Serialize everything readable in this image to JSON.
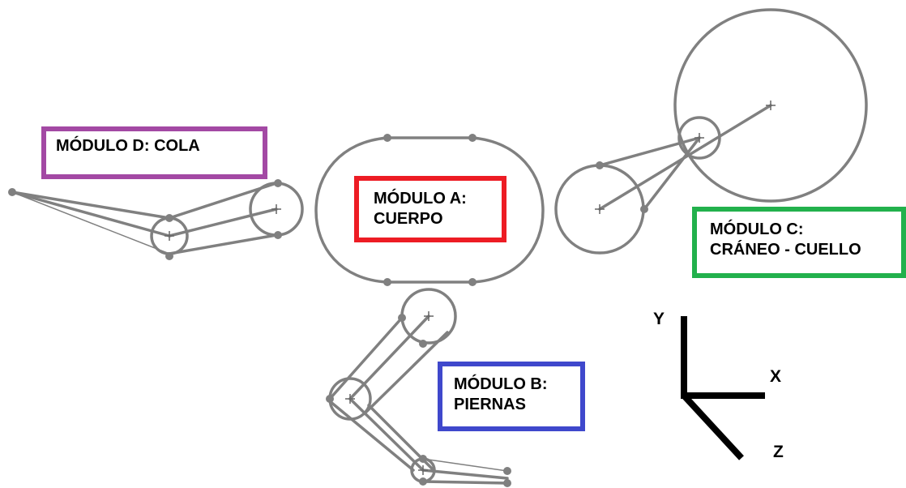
{
  "modules": {
    "d": {
      "line1": "MÓDULO D: COLA",
      "line2": "",
      "color": "#a349a4"
    },
    "a": {
      "line1": "MÓDULO A:",
      "line2": "CUERPO",
      "color": "#ed1c24"
    },
    "c": {
      "line1": "MÓDULO C:",
      "line2": "CRÁNEO - CUELLO",
      "color": "#22b14c"
    },
    "b": {
      "line1": "MÓDULO B:",
      "line2": "PIERNAS",
      "color": "#3f48cc"
    }
  },
  "axes": {
    "y": "Y",
    "x": "X",
    "z": "Z"
  },
  "colors": {
    "skeleton": "#808080",
    "axis": "#000000"
  }
}
